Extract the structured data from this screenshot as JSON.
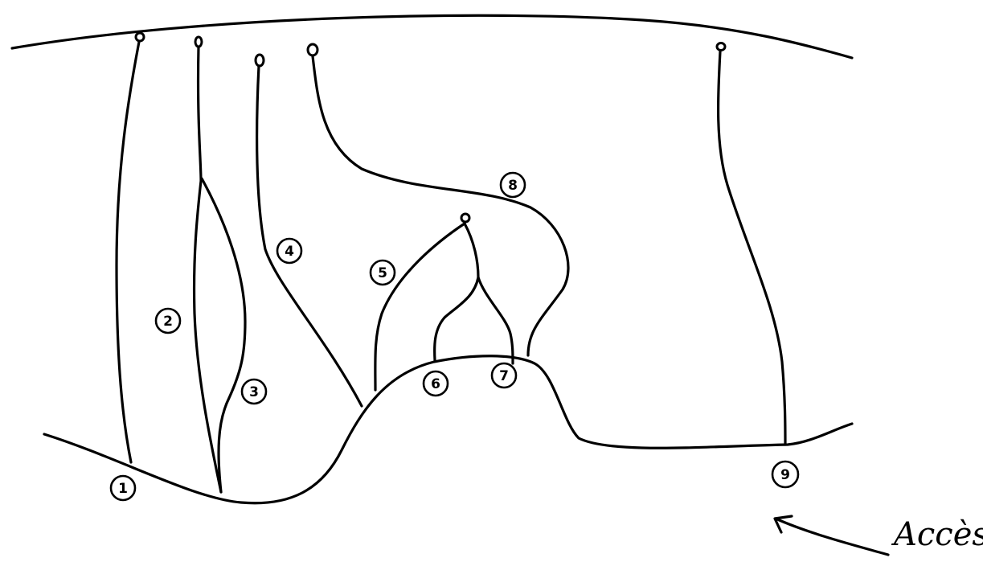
{
  "routes": [
    {
      "number": "1"
    },
    {
      "number": "2"
    },
    {
      "number": "3"
    },
    {
      "number": "4"
    },
    {
      "number": "5"
    },
    {
      "number": "6"
    },
    {
      "number": "7"
    },
    {
      "number": "8"
    },
    {
      "number": "9"
    }
  ],
  "access": {
    "label": "Accès"
  },
  "colors": {
    "ink": "#000000",
    "paper": "#ffffff"
  }
}
